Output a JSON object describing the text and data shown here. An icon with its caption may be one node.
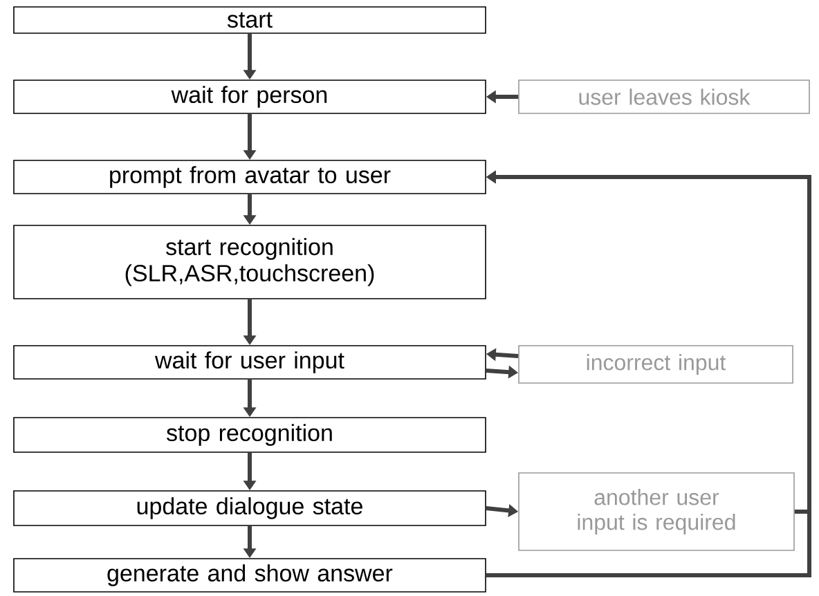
{
  "diagram": {
    "nodes": [
      {
        "text": [
          "start"
        ]
      },
      {
        "text": [
          "wait for person"
        ]
      },
      {
        "text": [
          "prompt from avatar to user"
        ]
      },
      {
        "text": [
          "start recognition (SLR,ASR,touchscreen)"
        ]
      },
      {
        "text": [
          "wait for user input"
        ]
      },
      {
        "text": [
          "stop recognition"
        ]
      },
      {
        "text": [
          "update dialogue state"
        ]
      },
      {
        "text": [
          "generate and show answer"
        ]
      },
      {
        "text": [
          "user leaves kiosk"
        ]
      },
      {
        "text": [
          "incorrect input"
        ]
      },
      {
        "text": [
          "another user input is required"
        ]
      }
    ],
    "edges": [
      {
        "from": 0,
        "to": 1,
        "arrow": "to"
      },
      {
        "from": 1,
        "to": 2,
        "arrow": "to"
      },
      {
        "from": 2,
        "to": 3,
        "arrow": "to"
      },
      {
        "from": 3,
        "to": 4,
        "arrow": "to"
      },
      {
        "from": 4,
        "to": 5,
        "arrow": "to"
      },
      {
        "from": 5,
        "to": 6,
        "arrow": "to"
      },
      {
        "from": 6,
        "to": 7,
        "arrow": "to"
      },
      {
        "from": 8,
        "to": 1,
        "arrow": "to"
      },
      {
        "from": 9,
        "to": 4,
        "arrow": "to"
      },
      {
        "from": 4,
        "to": 9,
        "arrow": "to"
      },
      {
        "from": 6,
        "to": 10,
        "arrow": "to"
      },
      {
        "from": 10,
        "to": 2,
        "arrow": "to"
      },
      {
        "from": 7,
        "to": 2,
        "arrow": "to"
      }
    ]
  }
}
